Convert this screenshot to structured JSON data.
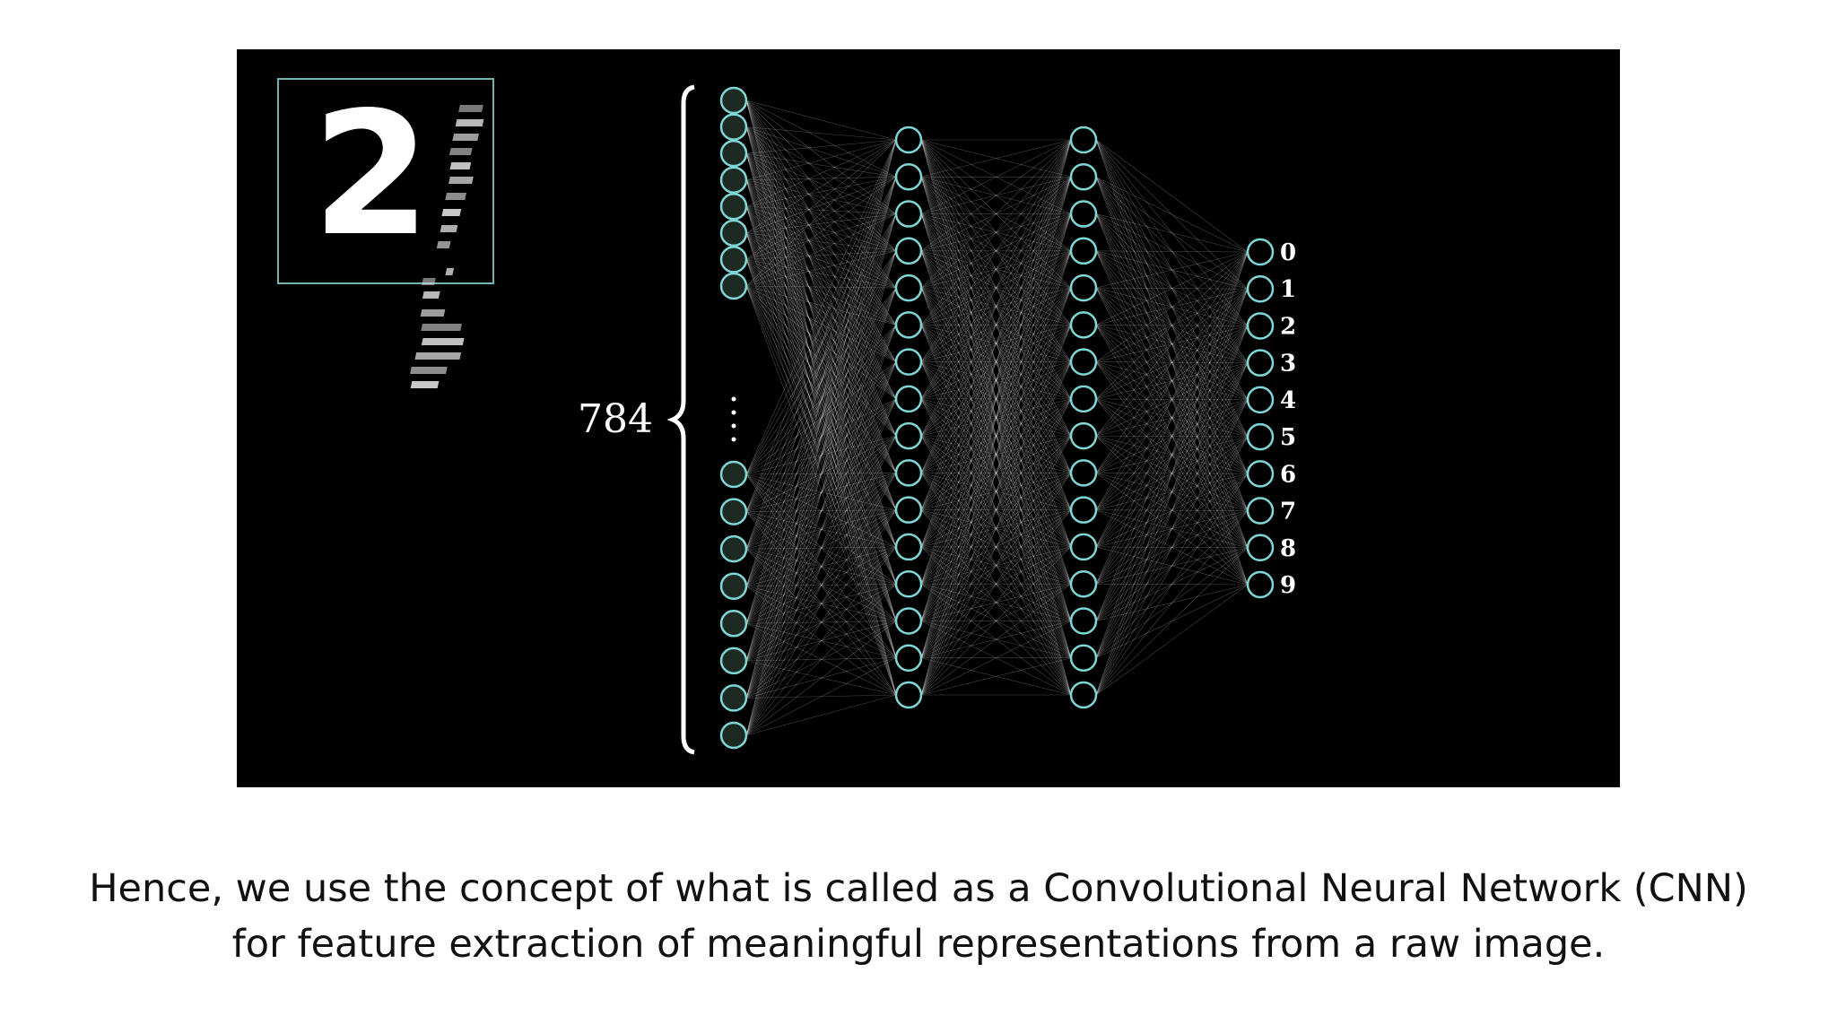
{
  "diagram": {
    "input_count_label": "784",
    "input_digit": "2",
    "output_labels": [
      "0",
      "1",
      "2",
      "3",
      "4",
      "5",
      "6",
      "7",
      "8",
      "9"
    ],
    "colors": {
      "background": "#000000",
      "node_stroke": "#7fd6d6",
      "edge": "#ffffff",
      "frame": "#6fb3b3"
    }
  },
  "caption": {
    "line1": "Hence, we use the concept of what is called as a Convolutional Neural Network (CNN)",
    "line2": "for feature extraction of meaningful representations from a raw image."
  }
}
